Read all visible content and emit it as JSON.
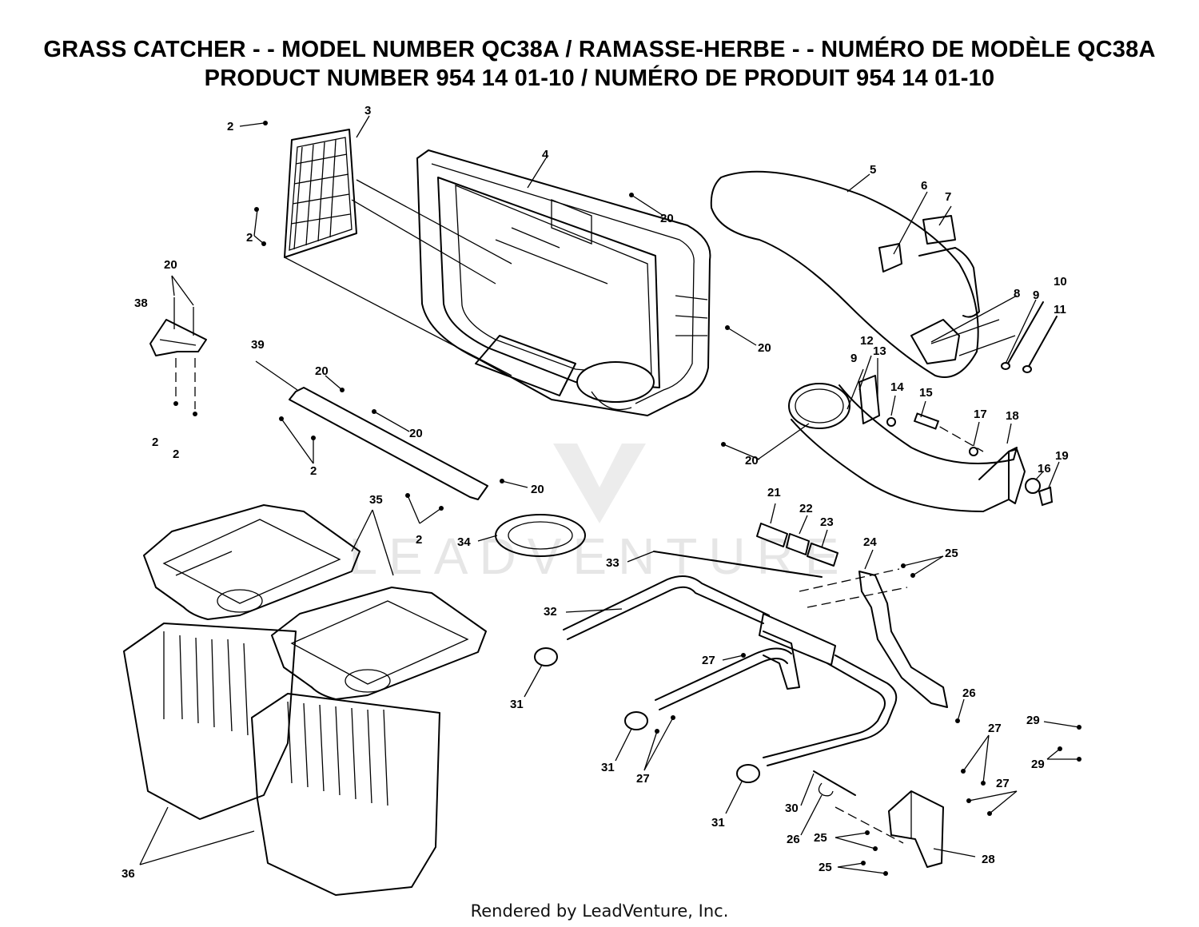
{
  "header": {
    "title_line1": "GRASS CATCHER - - MODEL NUMBER QC38A / RAMASSE-HERBE - - NUMÉRO DE MODÈLE QC38A",
    "title_line2": "PRODUCT NUMBER 954 14 01-10 / NUMÉRO DE PRODUIT 954 14 01-10"
  },
  "watermark": {
    "text": "LEADVENTURE"
  },
  "footer": {
    "text": "Rendered by LeadVenture, Inc."
  },
  "callouts": {
    "c2a": "2",
    "c2b": "2",
    "c2c": "2",
    "c2d": "2",
    "c2e": "2",
    "c2f": "2",
    "c3": "3",
    "c4": "4",
    "c5": "5",
    "c6": "6",
    "c7": "7",
    "c8": "8",
    "c9a": "9",
    "c9b": "9",
    "c10": "10",
    "c11": "11",
    "c12": "12",
    "c13": "13",
    "c14": "14",
    "c15": "15",
    "c16": "16",
    "c17": "17",
    "c18": "18",
    "c19": "19",
    "c20a": "20",
    "c20b": "20",
    "c20c": "20",
    "c20d": "20",
    "c20e": "20",
    "c20f": "20",
    "c20g": "20",
    "c21": "21",
    "c22": "22",
    "c23": "23",
    "c24": "24",
    "c25a": "25",
    "c25b": "25",
    "c25c": "25",
    "c26a": "26",
    "c26b": "26",
    "c27a": "27",
    "c27b": "27",
    "c27c": "27",
    "c27d": "27",
    "c28": "28",
    "c29a": "29",
    "c29b": "29",
    "c30": "30",
    "c31a": "31",
    "c31b": "31",
    "c31c": "31",
    "c32": "32",
    "c33": "33",
    "c34": "34",
    "c35": "35",
    "c36": "36",
    "c38": "38",
    "c39": "39"
  }
}
